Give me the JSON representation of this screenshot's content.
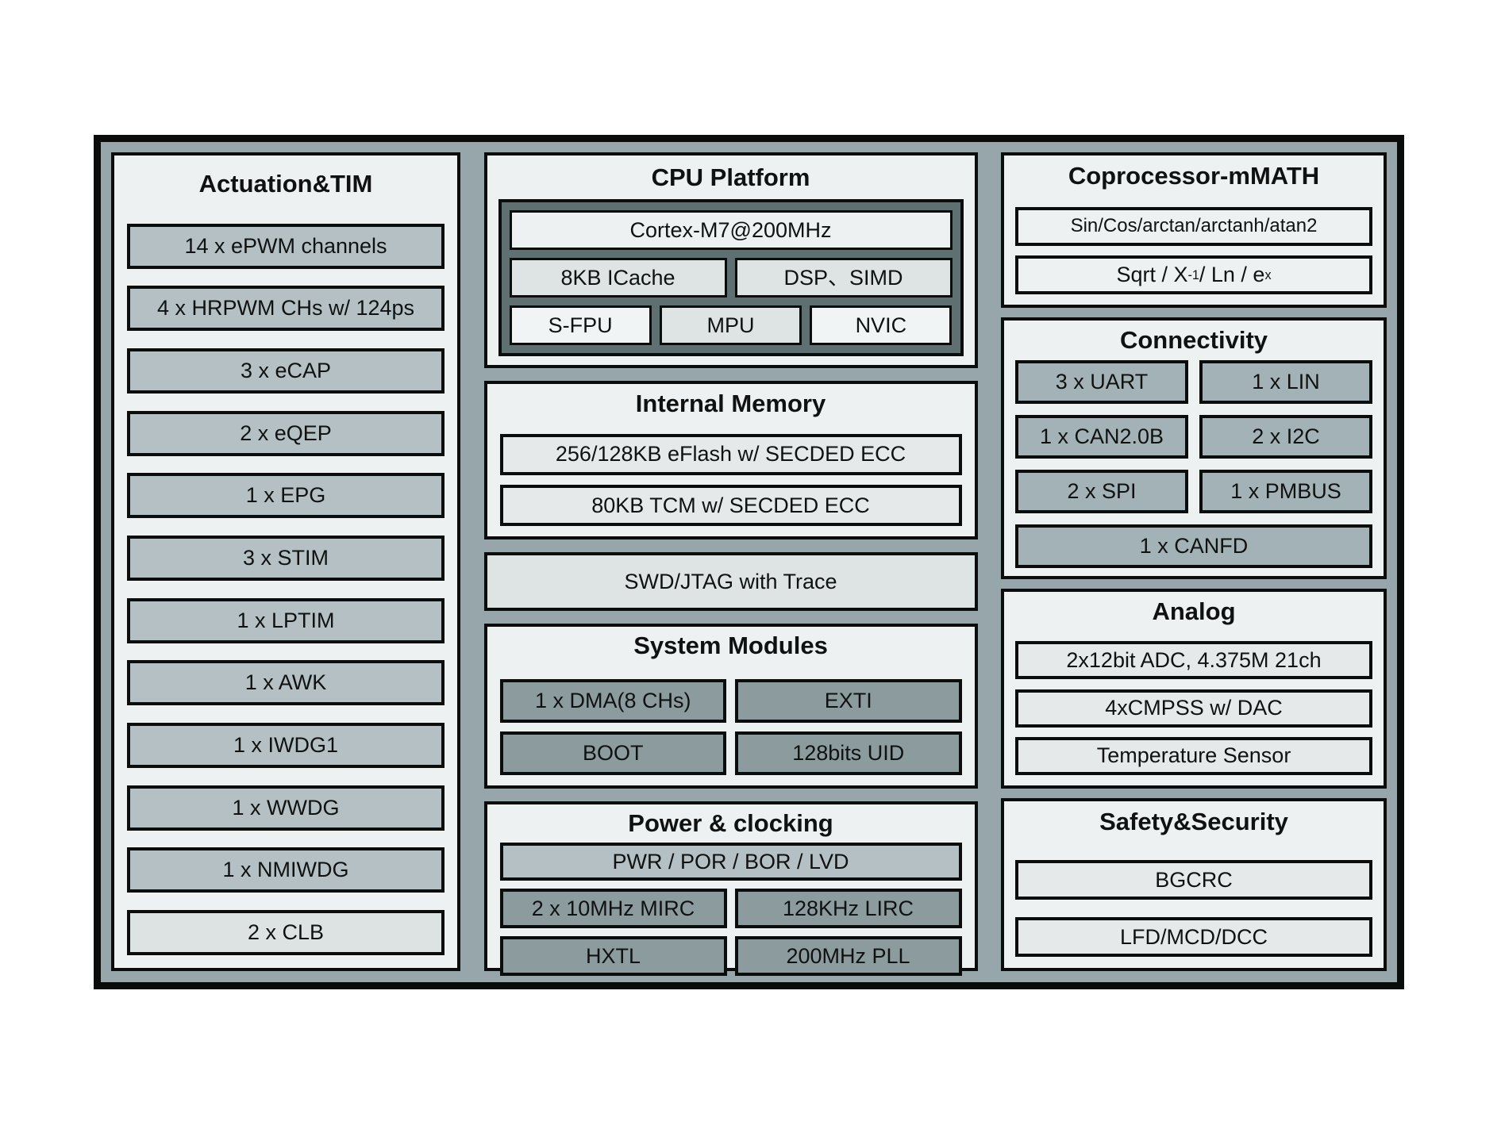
{
  "colors": {
    "page_bg": "#ffffff",
    "frame_border": "#0a0c0c",
    "frame_fill": "#97a6aa",
    "panel_fill": "#eef1f1",
    "box_medium_gray": "#b4c0c3",
    "box_light_gray": "#dde2e3",
    "box_memory_light": "#e6e9e9",
    "box_connectivity_gray": "#a3b2b6",
    "box_module_dark_gray": "#8b9b9e",
    "cpu_inner_frame": "#5e7072",
    "text": "#101212"
  },
  "actuation": {
    "title": "Actuation&TIM",
    "items": [
      "14 x ePWM channels",
      "4 x HRPWM CHs w/ 124ps",
      "3 x eCAP",
      "2 x eQEP",
      "1 x EPG",
      "3 x STIM",
      "1 x LPTIM",
      "1 x AWK",
      "1 x IWDG1",
      "1 x WWDG",
      "1 x NMIWDG",
      "2 x CLB"
    ]
  },
  "cpu_platform": {
    "title": "CPU Platform",
    "cortex": "Cortex-M7@200MHz",
    "icache": "8KB ICache",
    "dsp": "DSP、SIMD",
    "sfpu": "S-FPU",
    "mpu": "MPU",
    "nvic": "NVIC"
  },
  "internal_memory": {
    "title": "Internal Memory",
    "items": [
      "256/128KB eFlash w/ SECDED ECC",
      "80KB TCM w/ SECDED ECC"
    ]
  },
  "debug": {
    "label": "SWD/JTAG with Trace"
  },
  "system_modules": {
    "title": "System Modules",
    "items": [
      "1 x DMA(8 CHs)",
      "EXTI",
      "BOOT",
      "128bits UID"
    ]
  },
  "power_clocking": {
    "title": "Power & clocking",
    "wide": "PWR / POR / BOR / LVD",
    "items": [
      "2 x 10MHz MIRC",
      "128KHz LIRC",
      "HXTL",
      "200MHz PLL"
    ]
  },
  "coprocessor": {
    "title": "Coprocessor-mMATH",
    "trig": "Sin/Cos/arctan/arctanh/atan2",
    "sqrt": {
      "pre": "Sqrt / X",
      "sup1": "-1",
      "mid": " / Ln / e",
      "sup2": "x"
    }
  },
  "connectivity": {
    "title": "Connectivity",
    "items": [
      "3 x UART",
      "1 x LIN",
      "1 x CAN2.0B",
      "2 x I2C",
      "2 x SPI",
      "1 x PMBUS"
    ],
    "wide": "1 x CANFD"
  },
  "analog": {
    "title": "Analog",
    "items": [
      "2x12bit ADC, 4.375M 21ch",
      "4xCMPSS w/ DAC",
      "Temperature Sensor"
    ]
  },
  "safety": {
    "title": "Safety&Security",
    "items": [
      "BGCRC",
      "LFD/MCD/DCC"
    ]
  }
}
